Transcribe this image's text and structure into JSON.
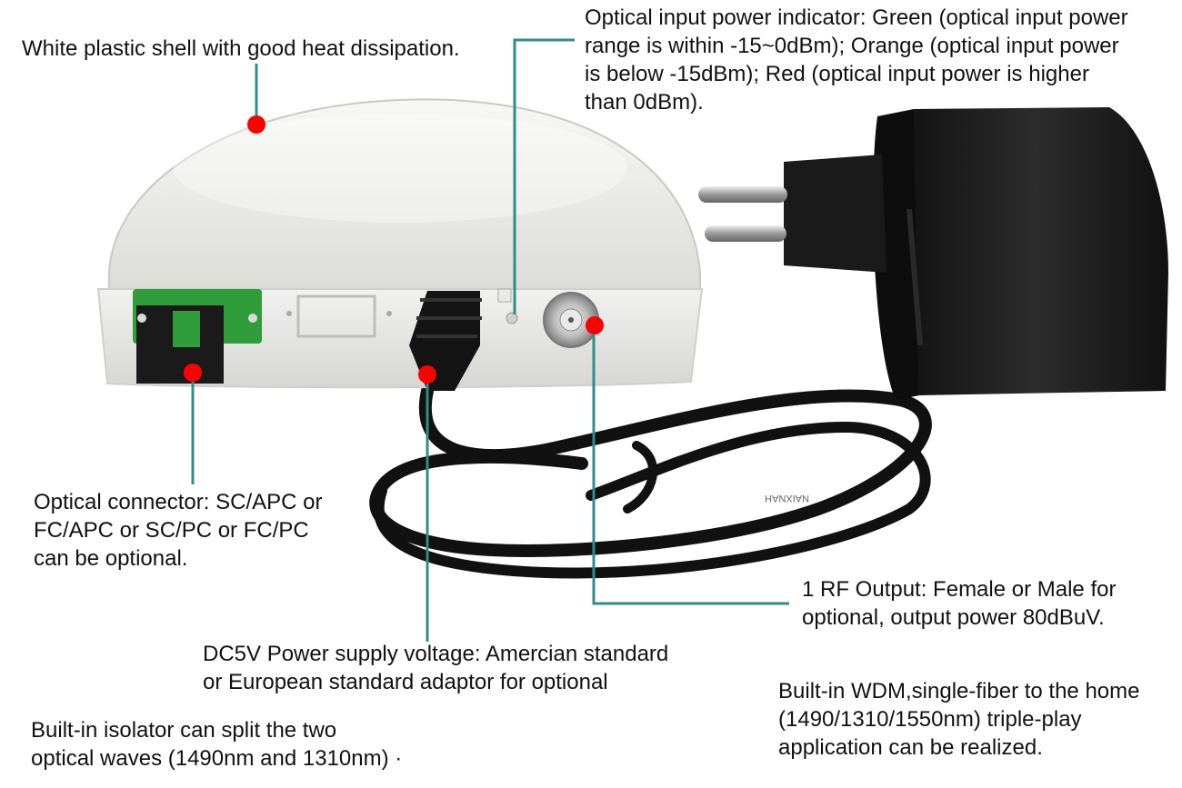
{
  "colors": {
    "leader_line": "#2e8e8a",
    "marker_dot": "#ff0000",
    "shell": "#eeeeec",
    "adapter": "#222222",
    "connector_green": "#2f9e3a"
  },
  "callouts": {
    "shell": [
      "White plastic shell with good heat dissipation."
    ],
    "indicator": [
      "Optical input power indicator: Green (optical input power",
      "range is within -15~0dBm); Orange (optical input power",
      "is below -15dBm); Red (optical input power is higher",
      "than 0dBm)."
    ],
    "connector": [
      "Optical connector: SC/APC or",
      "FC/APC or SC/PC or FC/PC",
      "can be optional."
    ],
    "rf_output": [
      "1 RF Output: Female or Male for",
      "optional, output power 80dBuV."
    ],
    "power": [
      "DC5V Power supply voltage: Amercian standard",
      "or European standard adaptor for optional"
    ],
    "isolator": [
      "Built-in isolator can split the two",
      "optical waves (1490nm and 1310nm) ·"
    ],
    "wdm": [
      "Built-in WDM,single-fiber to the home",
      "(1490/1310/1550nm) triple-play",
      "application can be realized."
    ]
  },
  "cable_print": "NAIXNAH"
}
